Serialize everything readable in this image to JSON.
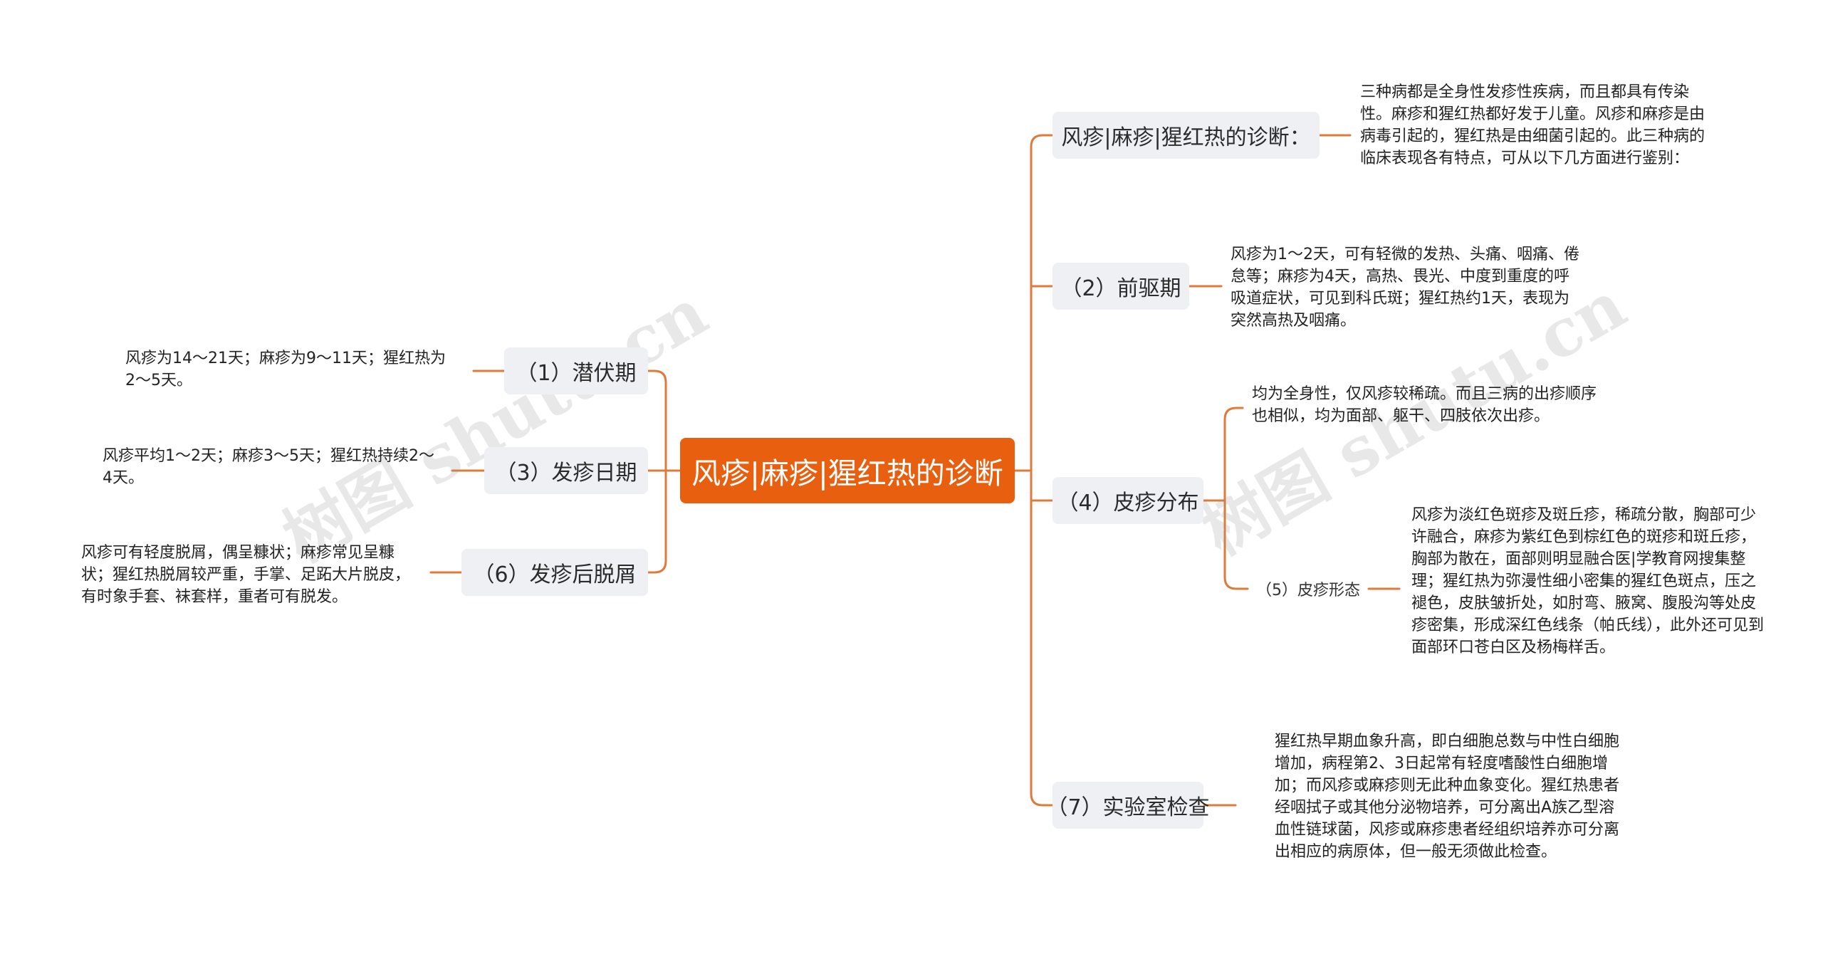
{
  "root": "风疹|麻疹|猩红热的诊断",
  "colors": {
    "accent": "#e8600f",
    "node_bg": "#eef0f4",
    "line": "#e07a3a"
  },
  "left": [
    {
      "title": "（1）潜伏期",
      "text": "风疹为14～21天；麻疹为9～11天；猩红热为2～5天。"
    },
    {
      "title": "（3）发疹日期",
      "text": "风疹平均1～2天；麻疹3～5天；猩红热持续2～4天。"
    },
    {
      "title": "（6）发疹后脱屑",
      "text": "风疹可有轻度脱屑，偶呈糠状；麻疹常见呈糠状；猩红热脱屑较严重，手掌、足跖大片脱皮，有时象手套、袜套样，重者可有脱发。"
    }
  ],
  "right": [
    {
      "title": "风疹|麻疹|猩红热的诊断：",
      "text": "三种病都是全身性发疹性疾病，而且都具有传染性。麻疹和猩红热都好发于儿童。风疹和麻疹是由病毒引起的，猩红热是由细菌引起的。此三种病的临床表现各有特点，可从以下几方面进行鉴别："
    },
    {
      "title": "（2）前驱期",
      "text": "风疹为1～2天，可有轻微的发热、头痛、咽痛、倦怠等；麻疹为4天，高热、畏光、中度到重度的呼吸道症状，可见到科氏斑；猩红热约1天，表现为突然高热及咽痛。"
    },
    {
      "title": "（4）皮疹分布",
      "text": "均为全身性，仅风疹较稀疏。而且三病的出疹顺序也相似，均为面部、躯干、四肢依次出疹。",
      "child": {
        "title": "（5）皮疹形态",
        "text": "风疹为淡红色斑疹及斑丘疹，稀疏分散，胸部可少许融合，麻疹为紫红色到棕红色的斑疹和斑丘疹，胸部为散在，面部则明显融合医|学教育网搜集整理；猩红热为弥漫性细小密集的猩红色斑点，压之褪色，皮肤皱折处，如肘弯、腋窝、腹股沟等处皮疹密集，形成深红色线条（帕氏线），此外还可见到面部环口苍白区及杨梅样舌。"
      }
    },
    {
      "title": "（7）实验室检查",
      "text": "猩红热早期血象升高，即白细胞总数与中性白细胞增加，病程第2、3日起常有轻度嗜酸性白细胞增加；而风疹或麻疹则无此种血象变化。猩红热患者经咽拭子或其他分泌物培养，可分离出A族乙型溶血性链球菌，风疹或麻疹患者经组织培养亦可分离出相应的病原体，但一般无须做此检查。"
    }
  ],
  "watermarks": [
    "树图 shutu.cn",
    "树图 shutu.cn"
  ]
}
